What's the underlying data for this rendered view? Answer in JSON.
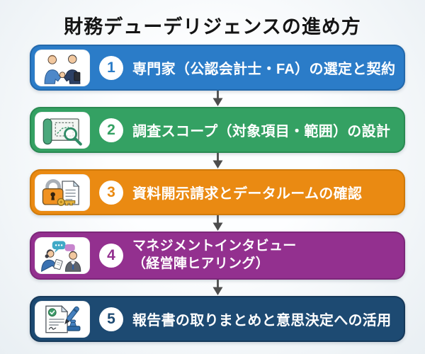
{
  "title": "財務デューデリジェンスの進め方",
  "arrow": {
    "direction": "down",
    "color": "#4d4d4d"
  },
  "background": {
    "center": "#fdfeff",
    "edge": "#e9eff3"
  },
  "steps": [
    {
      "number": "1",
      "lines": [
        "専門家（公認会計士・FA）の選定と契約"
      ],
      "color": "#2b7cc8",
      "border_color": "#2268ab",
      "icon": "handshake-icon"
    },
    {
      "number": "2",
      "lines": [
        "調査スコープ（対象項目・範囲）の設計"
      ],
      "color": "#34a163",
      "border_color": "#2a8a52",
      "icon": "blueprint-magnifier-icon"
    },
    {
      "number": "3",
      "lines": [
        "資料開示請求とデータルームの確認"
      ],
      "color": "#ea8a12",
      "border_color": "#cf7a0b",
      "icon": "lock-key-document-icon"
    },
    {
      "number": "4",
      "lines": [
        "マネジメントインタビュー",
        "（経営陣ヒアリング）"
      ],
      "color": "#93308f",
      "border_color": "#7c2779",
      "icon": "interview-icon"
    },
    {
      "number": "5",
      "lines": [
        "報告書の取りまとめと意思決定への活用"
      ],
      "color": "#1d4a72",
      "border_color": "#16395a",
      "icon": "report-stamp-icon"
    }
  ]
}
